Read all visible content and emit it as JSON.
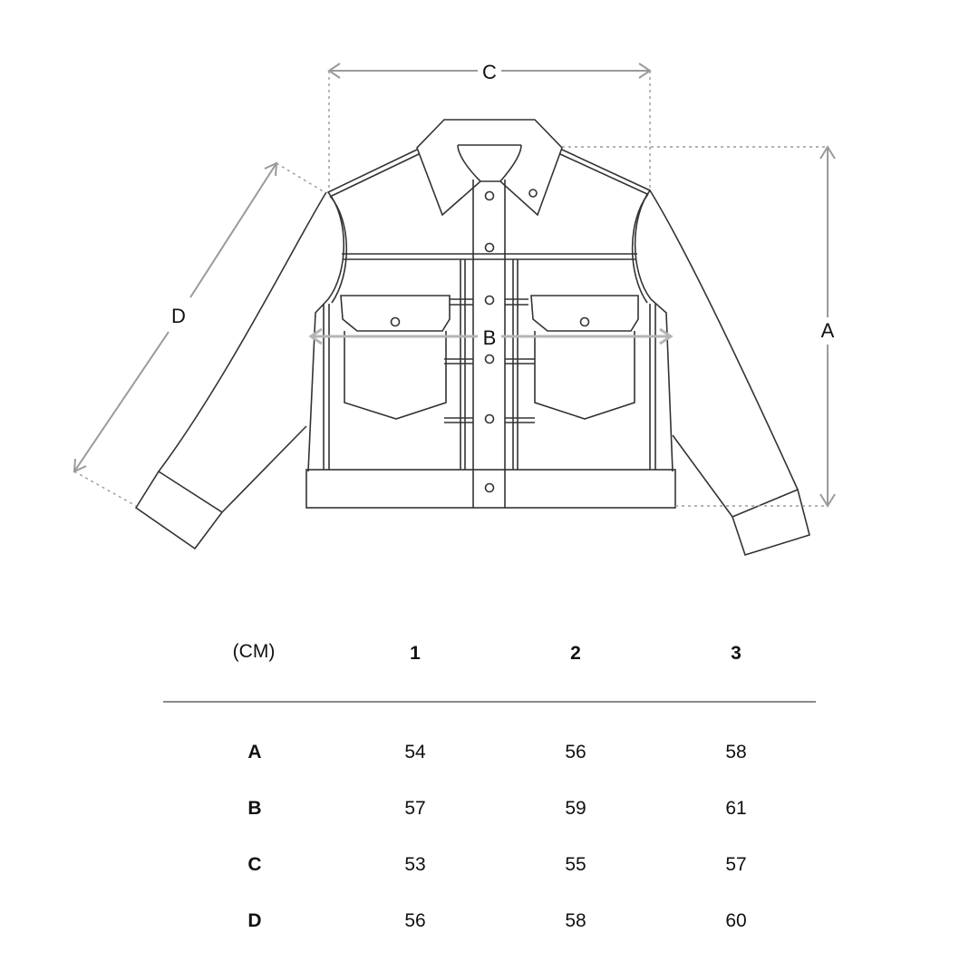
{
  "diagram": {
    "labels": {
      "A": "A",
      "B": "B",
      "C": "C",
      "D": "D"
    },
    "colors": {
      "outline": "#333333",
      "dimension": "#9a9a9a"
    }
  },
  "table": {
    "unit_label": "(CM)",
    "columns": [
      "1",
      "2",
      "3"
    ],
    "rows": [
      {
        "label": "A",
        "values": [
          "54",
          "56",
          "58"
        ]
      },
      {
        "label": "B",
        "values": [
          "57",
          "59",
          "61"
        ]
      },
      {
        "label": "C",
        "values": [
          "53",
          "55",
          "57"
        ]
      },
      {
        "label": "D",
        "values": [
          "56",
          "58",
          "60"
        ]
      }
    ]
  }
}
